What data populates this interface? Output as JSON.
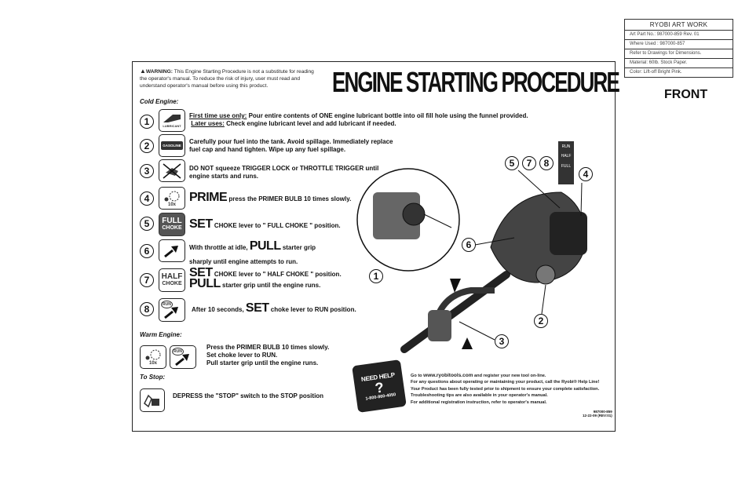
{
  "artwork": {
    "header": "RYOBI ART WORK",
    "rows": [
      "Art  Part  No.:  987000-859    Rev. 01",
      "Where  Used :  987000-857",
      "Refer to Drawings for Dimensions.",
      "Material: 60lb. Stock Paper.",
      "Color: Lift-off Bright Pink."
    ]
  },
  "front_label": "FRONT",
  "title": "ENGINE STARTING PROCEDURE",
  "warning": {
    "label": "WARNING:",
    "text": " This Engine Starting Procedure is not a substitute for reading the operator's manual. To reduce the risk of injury, user must read and understand operator's manual before using this product."
  },
  "cold_engine_label": "Cold Engine:",
  "steps": {
    "s1": {
      "num": "1",
      "icon_label": "LUBRICANT",
      "first_use_label": "First time use only:",
      "first_use_text": "  Pour entire contents of ONE engine lubricant bottle into oil fill hole  using the funnel provided.",
      "later_label": "Later uses:",
      "later_text": "  Check engine lubricant level and add lubricant if needed."
    },
    "s2": {
      "num": "2",
      "icon_label": "GASOLINE",
      "line1": "Carefully pour fuel into the tank. Avoid spillage. Immediately replace",
      "line2": "fuel cap and hand tighten. Wipe up any fuel spillage."
    },
    "s3": {
      "num": "3",
      "line1": "DO NOT squeeze TRIGGER LOCK or THROTTLE TRIGGER until",
      "line2": "engine starts and runs."
    },
    "s4": {
      "num": "4",
      "icon_label": "10x",
      "big": "PRIME",
      "text": " press the PRIMER BULB 10 times slowly."
    },
    "s5": {
      "num": "5",
      "icon_top": "FULL",
      "icon_bottom": "CHOKE",
      "big": "SET",
      "text": " CHOKE lever to \" FULL CHOKE \" position."
    },
    "s6": {
      "num": "6",
      "pre": "With throttle at idle, ",
      "big": "PULL",
      "text": " starter grip",
      "line2": "sharply until engine attempts to run."
    },
    "s7": {
      "num": "7",
      "icon_top": "HALF",
      "icon_bottom": "CHOKE",
      "big1": "SET",
      "text1": " CHOKE lever to \" HALF CHOKE \" position.",
      "big2": "PULL",
      "text2": " starter grip until the engine runs."
    },
    "s8": {
      "num": "8",
      "icon_label": "RUN",
      "pre": "After 10 seconds, ",
      "big": "SET",
      "text": " choke lever to RUN position."
    }
  },
  "warm_engine": {
    "label": "Warm Engine:",
    "icon1_label": "10x",
    "icon2_label": "RUN",
    "line1": "Press the PRIMER BULB 10 times slowly.",
    "line2": "Set choke lever to RUN.",
    "line3": "Pull starter grip until the engine runs."
  },
  "to_stop": {
    "label": "To Stop:",
    "text": "DEPRESS the \"STOP\" switch to the STOP position"
  },
  "diagram": {
    "callouts": [
      "5",
      "7",
      "8",
      "4",
      "6",
      "1",
      "2",
      "3"
    ],
    "choke_labels": {
      "run": "RUN",
      "half": "HALF",
      "full": "FULL"
    }
  },
  "help": {
    "badge_top": "NEED HELP",
    "badge_phone": "1-800-860-4050",
    "line1_pre": "Go to ",
    "line1_site": "www.ryobitools.com",
    "line1_post": " and register your new tool on-line.",
    "line2": "For any questions about operating or maintaining your product, call the Ryobi® Help Line!",
    "line3": "Your Product has been fully tested prior to shipment to ensure your complete satisfaction.",
    "line4": "Troubleshooting tips are also available in your operator's manual.",
    "line5": "For additional registration instruction, refer to operator's manual."
  },
  "part_code": {
    "line1": "987000-859",
    "line2": "12-22-09 (REV:01)"
  }
}
